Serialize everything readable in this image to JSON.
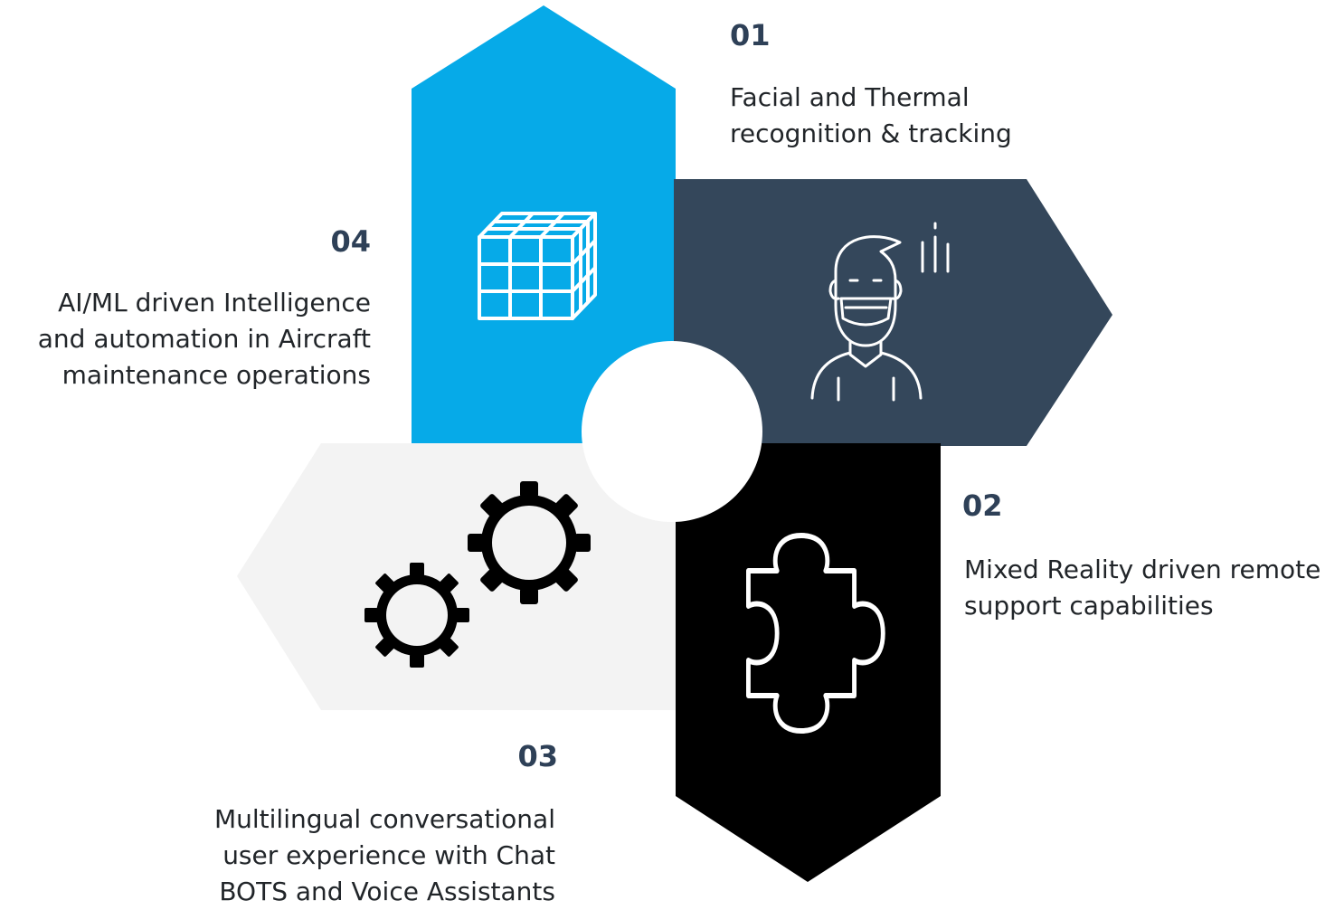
{
  "colors": {
    "blue": "#06aae8",
    "navy": "#34475b",
    "black": "#000000",
    "light_gray": "#f3f3f3",
    "number_text": "#2e4057",
    "body_text": "#212529"
  },
  "items": [
    {
      "number": "01",
      "lines": [
        "Facial and Thermal",
        "recognition & tracking"
      ],
      "icon": "masked-person-icon"
    },
    {
      "number": "02",
      "lines": [
        "Mixed Reality driven remote",
        "support capabilities"
      ],
      "icon": "puzzle-piece-icon"
    },
    {
      "number": "03",
      "lines": [
        "Multilingual conversational",
        "user experience with Chat",
        "BOTS and Voice Assistants"
      ],
      "icon": "gears-icon"
    },
    {
      "number": "04",
      "lines": [
        "AI/ML driven Intelligence",
        "and automation in Aircraft",
        "maintenance operations"
      ],
      "icon": "cube-grid-icon"
    }
  ]
}
